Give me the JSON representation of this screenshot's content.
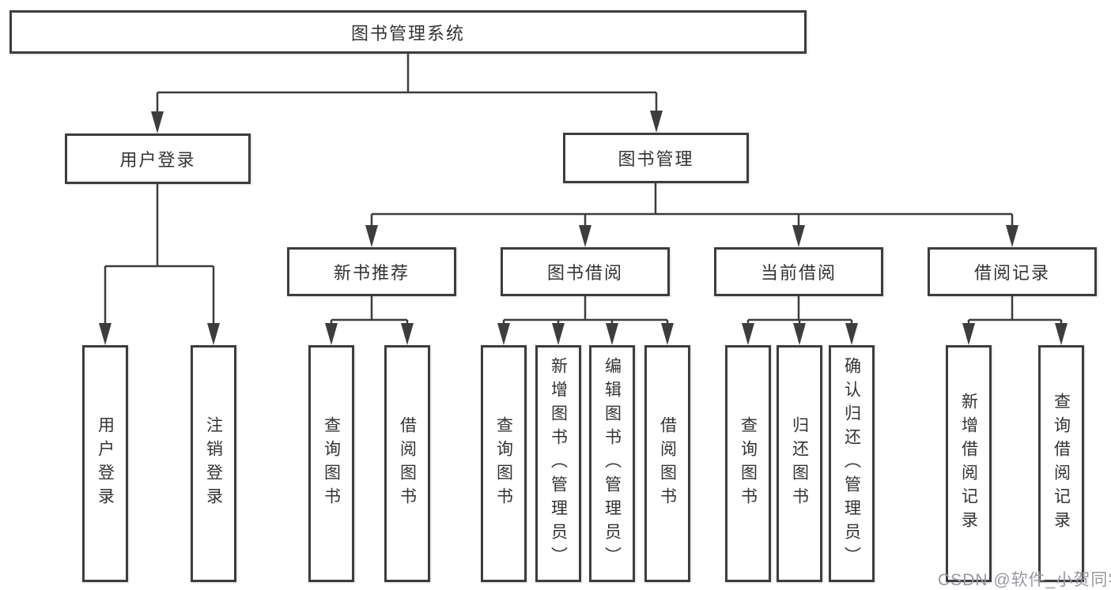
{
  "colors": {
    "line": "#3d3d3d",
    "box_border": "#3d3d3d",
    "text": "#333333",
    "watermark": "#949aa3",
    "background": "#ffffff"
  },
  "nodes": {
    "root": "图书管理系统",
    "level2": [
      "用户登录",
      "图书管理"
    ],
    "level3": [
      "新书推荐",
      "图书借阅",
      "当前借阅",
      "借阅记录"
    ],
    "user_login_children": [
      "用户登录",
      "注销登录"
    ],
    "new_book_children": [
      "查询图书",
      "借阅图书"
    ],
    "book_borrow_children": [
      "查询图书",
      "新增图书（管理员）",
      "编辑图书（管理员）",
      "借阅图书"
    ],
    "current_borrow_children": [
      "查询图书",
      "归还图书",
      "确认归还（管理员）"
    ],
    "borrow_record_children": [
      "新增借阅记录",
      "查询借阅记录"
    ]
  },
  "watermark": "CSDN @软件_小贺同学"
}
